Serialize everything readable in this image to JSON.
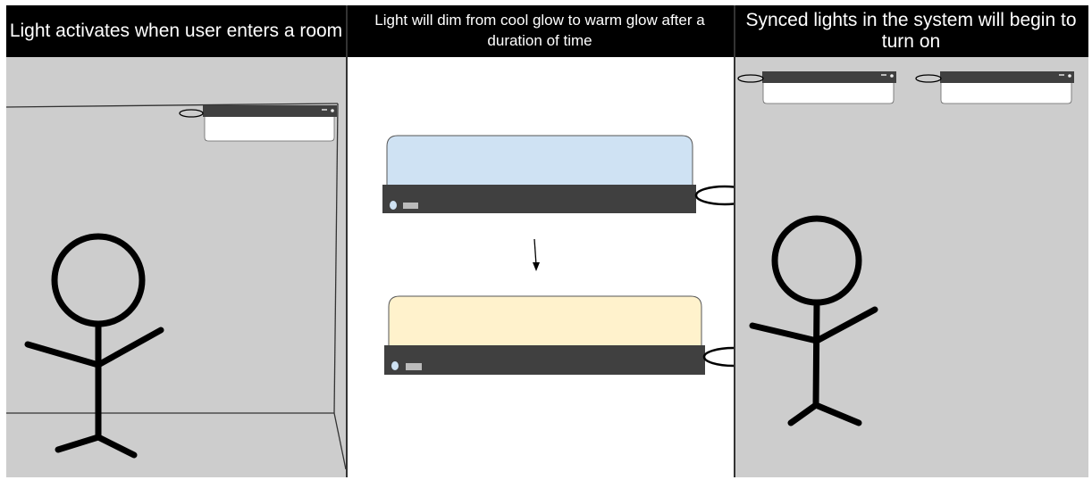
{
  "panels": [
    {
      "title": "Light activates when user enters a room"
    },
    {
      "title": "Light will dim from cool glow to warm glow after a duration of time"
    },
    {
      "title": "Synced lights in the system will begin to turn on"
    }
  ],
  "colors": {
    "header_background": "#000000",
    "header_text": "#ffffff",
    "room_background": "#cdcdcd",
    "light_bar": "#404040",
    "cool_glow": "#cfe2f3",
    "warm_glow": "#fff2cc",
    "light_lens": "#ffffff",
    "figure_stroke": "#000000"
  }
}
